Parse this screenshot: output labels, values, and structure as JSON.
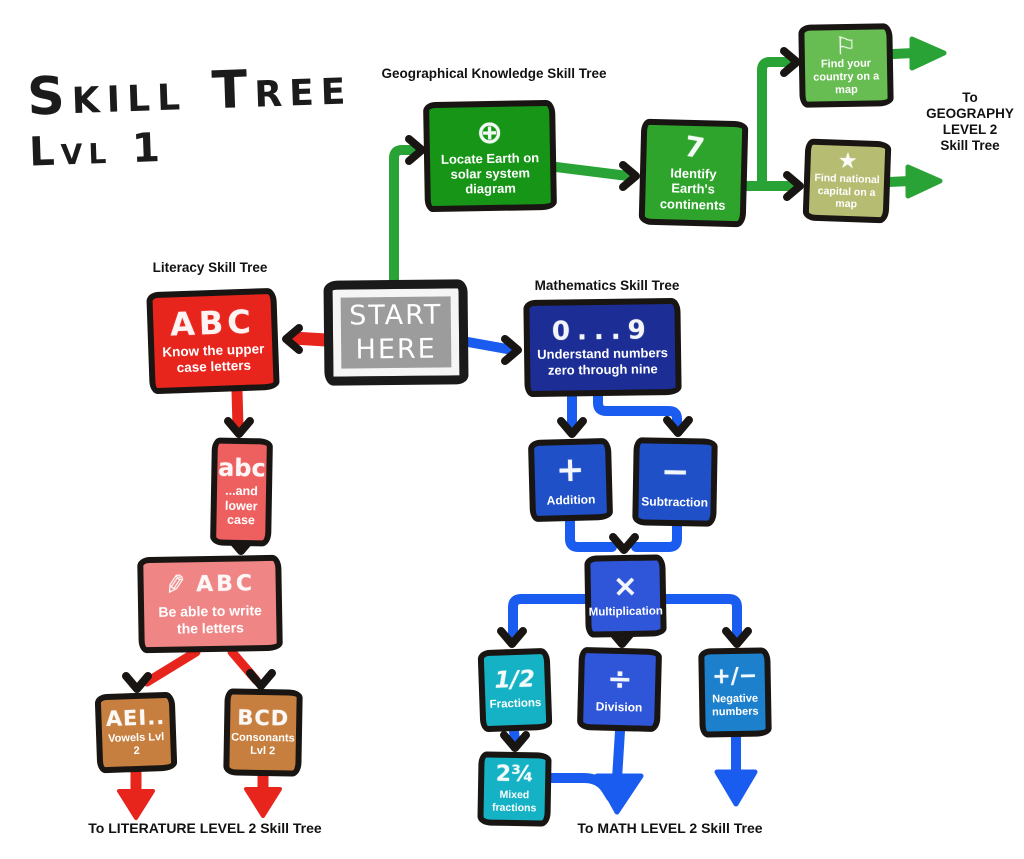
{
  "title": {
    "line1": "Skill Tree",
    "line2": "Lvl 1"
  },
  "sections": {
    "geography": {
      "label": "Geographical Knowledge Skill Tree"
    },
    "literacy": {
      "label": "Literacy Skill Tree"
    },
    "math": {
      "label": "Mathematics Skill Tree"
    }
  },
  "exits": {
    "geography": {
      "line1": "To",
      "line2": "GEOGRAPHY",
      "line3": "LEVEL 2",
      "line4": "Skill Tree"
    },
    "literature": {
      "label": "To LITERATURE LEVEL 2 Skill Tree"
    },
    "math": {
      "label": "To MATH LEVEL 2 Skill Tree"
    }
  },
  "nodes": {
    "start": {
      "line1": "START",
      "line2": "HERE"
    },
    "locate_earth": {
      "glyph": "⊕",
      "title": "Locate Earth on solar system diagram"
    },
    "continents": {
      "glyph": "7",
      "title": "Identify Earth's continents"
    },
    "country": {
      "glyph": "⚐",
      "title": "Find your country on a map"
    },
    "capital": {
      "glyph": "★",
      "title": "Find national capital on a map"
    },
    "upper_case": {
      "glyph": "ABC",
      "title": "Know the upper case letters"
    },
    "lower_case": {
      "glyph": "abc",
      "title": "...and lower case"
    },
    "write": {
      "icon_glyph": "✎",
      "glyph": "ABC",
      "title": "Be able to write the letters"
    },
    "vowels": {
      "glyph": "AEI..",
      "title": "Vowels Lvl 2"
    },
    "consonants": {
      "glyph": "BCD",
      "title": "Consonants Lvl 2"
    },
    "numbers": {
      "glyph": "0...9",
      "title": "Understand numbers zero through nine"
    },
    "addition": {
      "glyph": "+",
      "title": "Addition"
    },
    "subtraction": {
      "glyph": "−",
      "title": "Subtraction"
    },
    "multiplication": {
      "glyph": "×",
      "title": "Multiplication"
    },
    "fractions": {
      "glyph": "1/2",
      "title": "Fractions"
    },
    "division": {
      "glyph": "÷",
      "title": "Division"
    },
    "negative": {
      "glyph": "+/−",
      "title": "Negative numbers"
    },
    "mixed": {
      "glyph": "2¾",
      "title": "Mixed fractions"
    }
  },
  "colors": {
    "green_dark": "#169517",
    "green_mid": "#2fa42c",
    "green_light": "#68bd52",
    "olive": "#b6bc72",
    "red": "#e8251d",
    "salmon": "#ee5f5f",
    "pink": "#ef8585",
    "orange": "#c67f3f",
    "navy": "#1c2e96",
    "blue": "#2050c8",
    "blue_bright": "#2f55d8",
    "teal": "#14b2c4",
    "sky_blue": "#1d80cc",
    "connector_green": "#2aa336",
    "connector_red": "#e8251d",
    "connector_blue": "#1a5cf0",
    "ink": "#181512",
    "start_gray": "#9c9c9c"
  }
}
